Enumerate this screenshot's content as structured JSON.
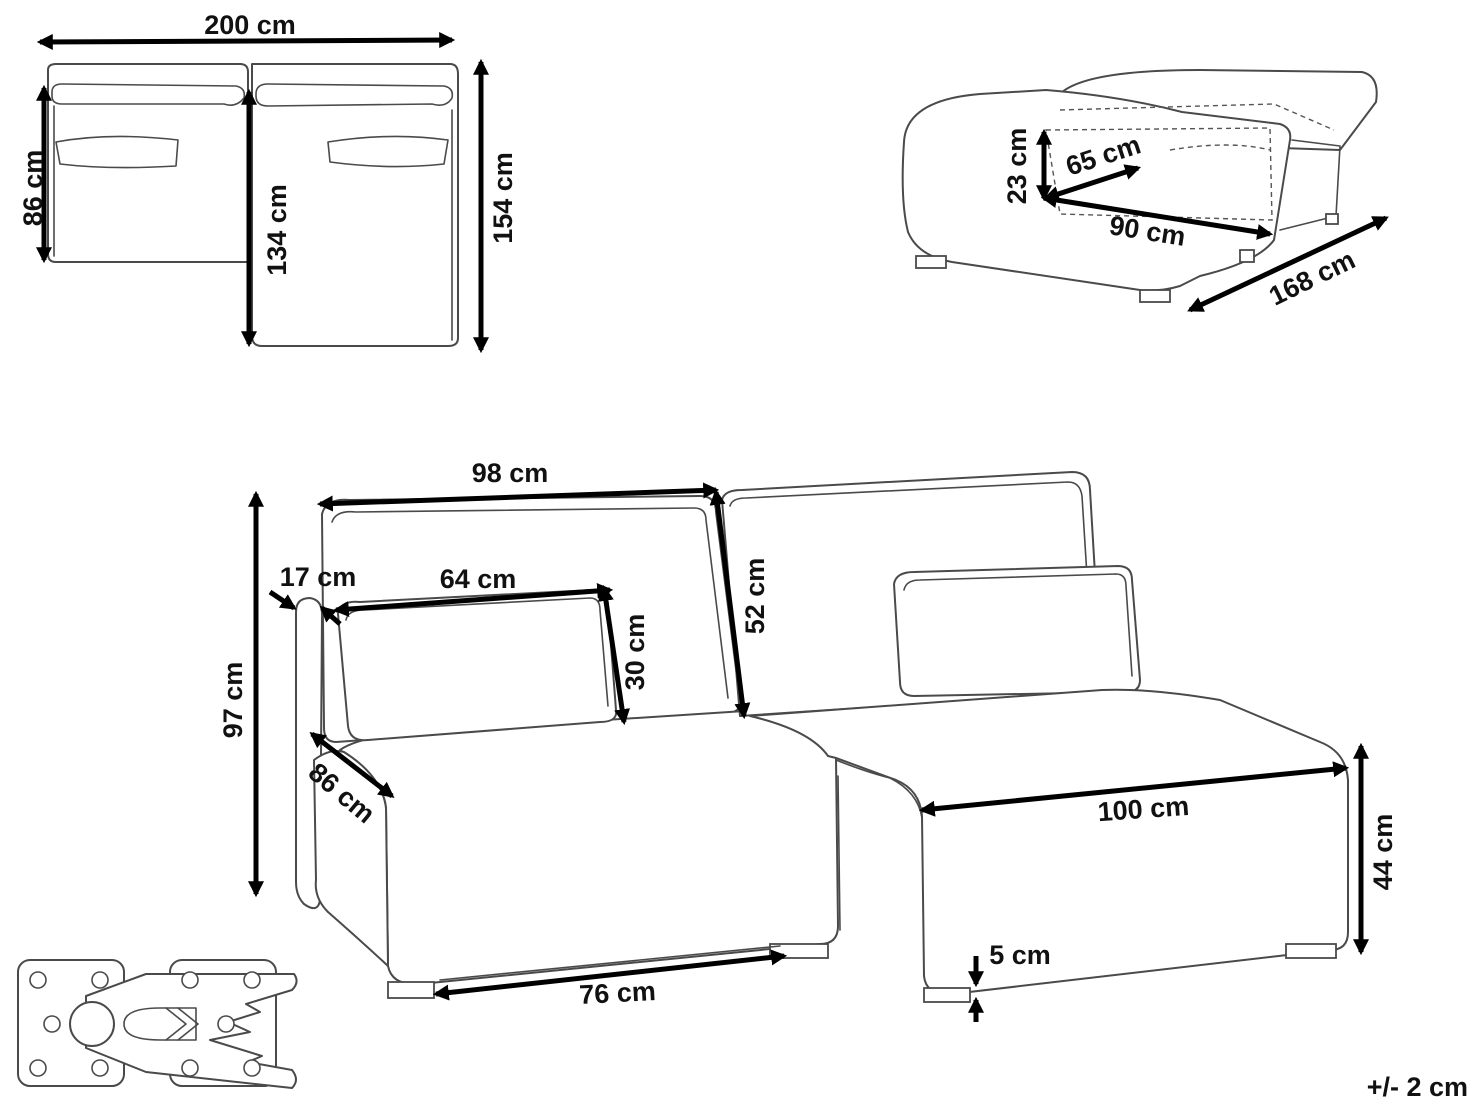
{
  "dimensions": {
    "top_width": "200 cm",
    "top_seat_depth": "86 cm",
    "top_chaise_depth": "134 cm",
    "top_total_depth": "154 cm",
    "storage_height": "23 cm",
    "storage_depth": "65 cm",
    "storage_width": "90 cm",
    "chaise_length": "168 cm",
    "back_width": "98 cm",
    "arm_width": "17 cm",
    "pillow_width": "64 cm",
    "pillow_height": "30 cm",
    "back_height": "52 cm",
    "total_height": "97 cm",
    "seat_depth": "86 cm",
    "seat_width": "100 cm",
    "seat_height": "44 cm",
    "leg_height": "5 cm",
    "base_width": "76 cm"
  },
  "tolerance": "+/- 2 cm",
  "icons": [
    "connector-clip-icon"
  ]
}
